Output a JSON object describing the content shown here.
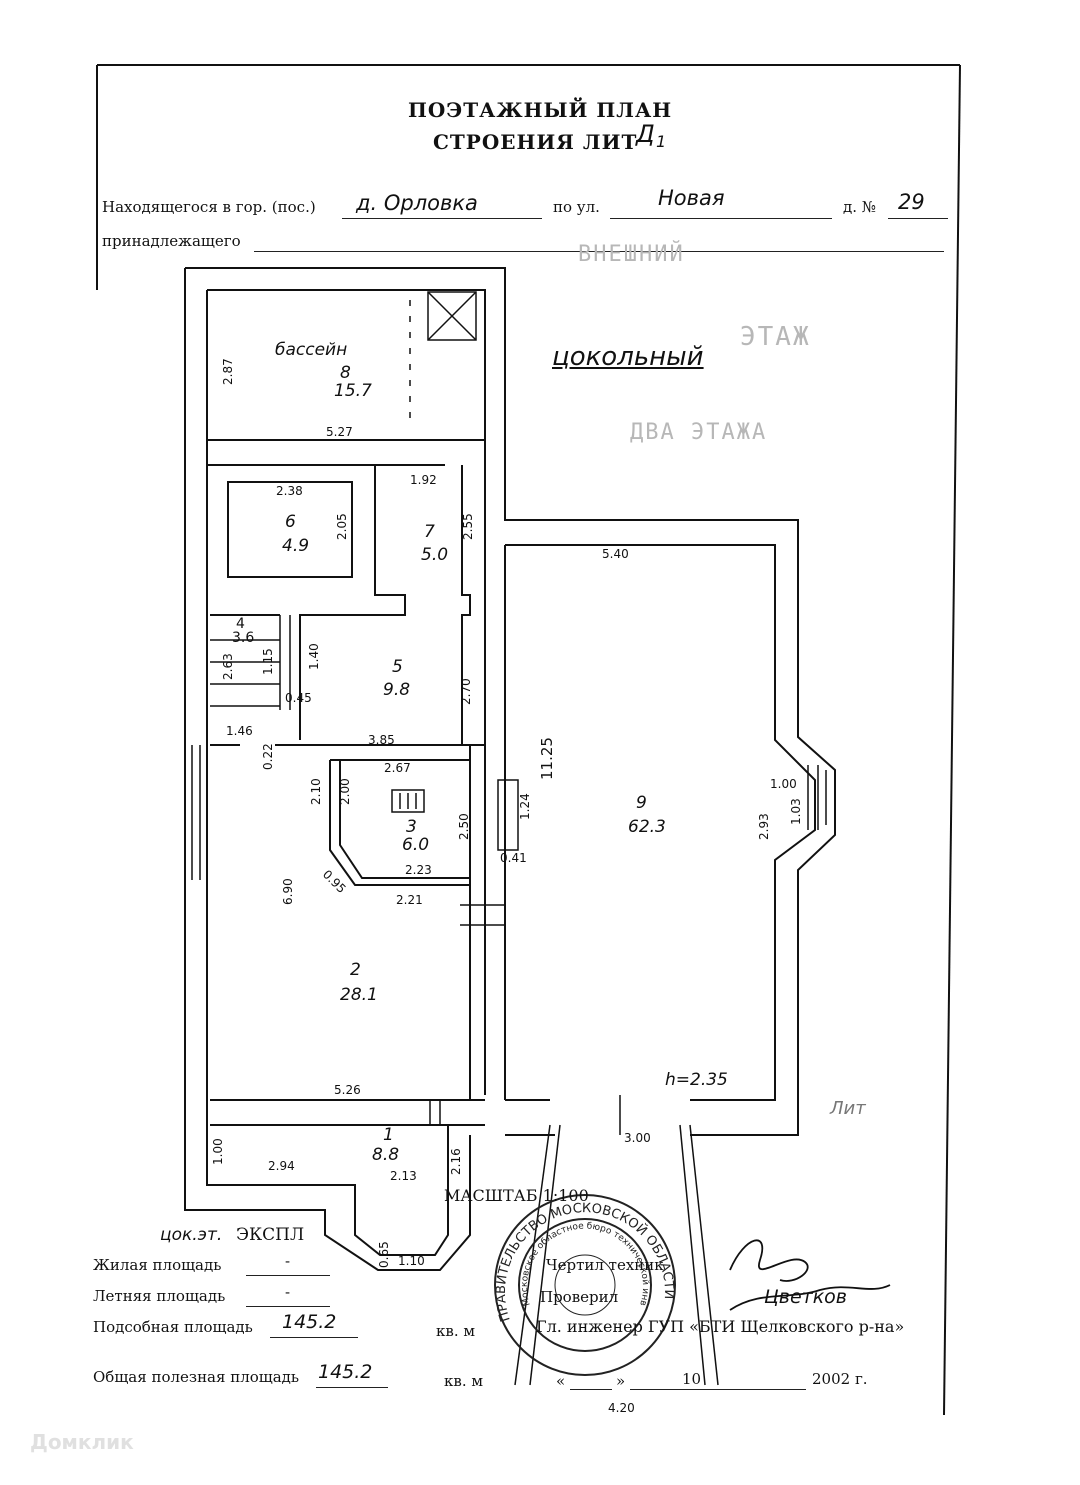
{
  "header": {
    "title_line1": "ПОЭТАЖНЫЙ ПЛАН",
    "title_line2": "СТРОЕНИЯ ЛИТ",
    "lit_letter": "Д",
    "lit_index": "1"
  },
  "address": {
    "location_label": "Находящегося в гор. (пос.)",
    "location_value": "д. Орловка",
    "street_label": "по ул.",
    "street_value": "Новая",
    "house_label": "д. №",
    "house_value": "29",
    "owner_label": "принадлежащего",
    "owner_value": ""
  },
  "floor_label": "цокольный",
  "rooms": [
    {
      "number": "8",
      "area": "15.7",
      "name": "бассейн"
    },
    {
      "number": "6",
      "area": "4.9"
    },
    {
      "number": "7",
      "area": "5.0"
    },
    {
      "number": "4",
      "area": "3.6"
    },
    {
      "number": "5",
      "area": "9.8"
    },
    {
      "number": "3",
      "area": "6.0"
    },
    {
      "number": "2",
      "area": "28.1"
    },
    {
      "number": "1",
      "area": "8.8"
    },
    {
      "number": "9",
      "area": "62.3"
    }
  ],
  "dimensions": {
    "d_2_87": "2.87",
    "d_5_27": "5.27",
    "d_1_92": "1.92",
    "d_2_38": "2.38",
    "d_2_05": "2.05",
    "d_2_55": "2.55",
    "d_5_40": "5.40",
    "d_1_15": "1.15",
    "d_1_40": "1.40",
    "d_2_63": "2.63",
    "d_0_45": "0.45",
    "d_2_70": "2.70",
    "d_1_46": "1.46",
    "d_0_22": "0.22",
    "d_3_85": "3.85",
    "d_2_67": "2.67",
    "d_2_10": "2.10",
    "d_2_00": "2.00",
    "d_2_50": "2.50",
    "d_11_25": "11.25",
    "d_1_24": "1.24",
    "d_0_41": "0.41",
    "d_1_00a": "1.00",
    "d_2_93": "2.93",
    "d_1_03": "1.03",
    "d_6_90": "6.90",
    "d_0_95": "0.95",
    "d_2_23": "2.23",
    "d_2_21": "2.21",
    "d_5_26": "5.26",
    "d_1_00b": "1.00",
    "d_2_94": "2.94",
    "d_2_13": "2.13",
    "d_2_16": "2.16",
    "d_3_00": "3.00",
    "d_0_65": "0.65",
    "d_1_10": "1.10",
    "d_4_20": "4.20"
  },
  "ceiling_height": "h=2.35",
  "scale": "МАСШТАБ 1:100",
  "explication": {
    "title_prefix": "цок.эт.",
    "title": "ЭКСПЛ",
    "rows": [
      {
        "label": "Жилая площадь",
        "value": "-"
      },
      {
        "label": "Летняя площадь",
        "value": "-"
      },
      {
        "label": "Подсобная площадь",
        "value": "145.2",
        "unit": "кв. м"
      },
      {
        "label": "Общая полезная площадь",
        "value": "145.2",
        "unit": "кв. м"
      }
    ]
  },
  "signature": {
    "line1": "Чертил техник",
    "line2": "Проверил",
    "line3": "Гл. инженер ГУП «БТИ Щелковского р-на»",
    "date_quote_open": "«",
    "date_day": "",
    "date_quote_close": "»",
    "date_month": "10",
    "date_year": "2002 г.",
    "signer": "Цветков"
  },
  "stamp": {
    "outer_text": "ПРАВИТЕЛЬСТВО МОСКОВСКОЙ ОБЛАСТИ",
    "inner_text": "Московское областное бюро технической инвентаризации"
  },
  "faded_marks": [
    "ВНЕШНИЙ",
    "ЭТАЖ",
    "ДВА ЭТАЖА",
    "ЛИТ"
  ],
  "watermark": "Домклик",
  "lit_mark": "Лит"
}
